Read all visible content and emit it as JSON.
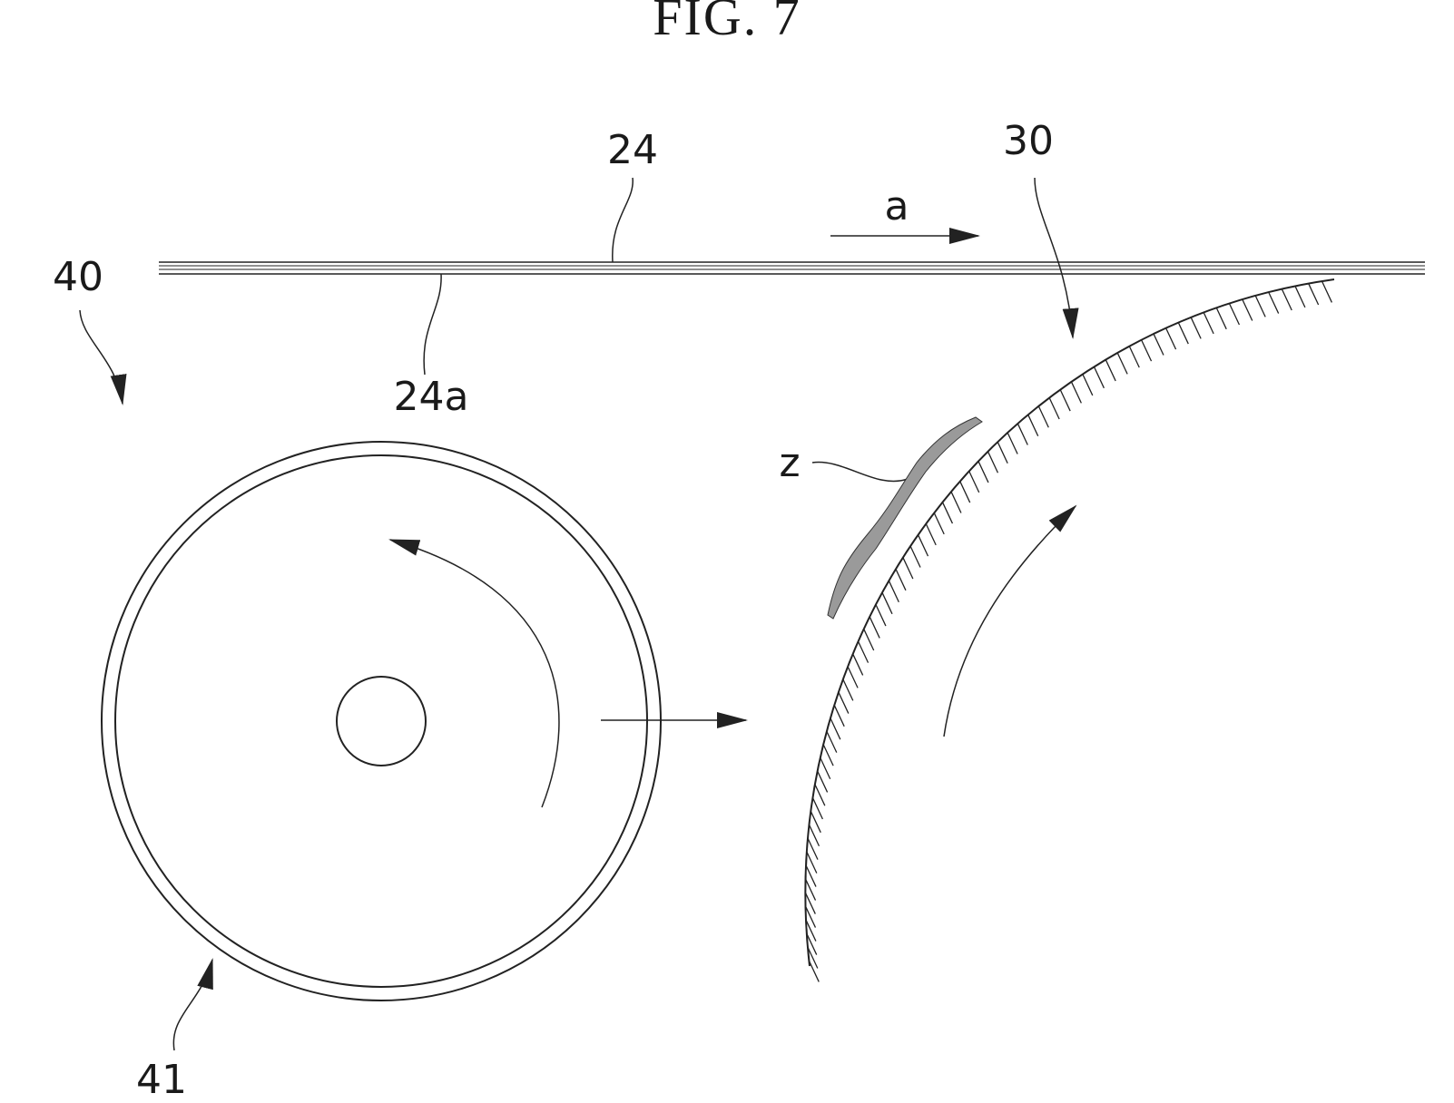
{
  "figure": {
    "title": "FIG. 7",
    "labels": {
      "label_24": "24",
      "label_24a": "24a",
      "label_30": "30",
      "label_40": "40",
      "label_41": "41",
      "label_z": "z",
      "label_a": "a"
    }
  },
  "colors": {
    "ink": "#222222",
    "background": "#ffffff"
  }
}
